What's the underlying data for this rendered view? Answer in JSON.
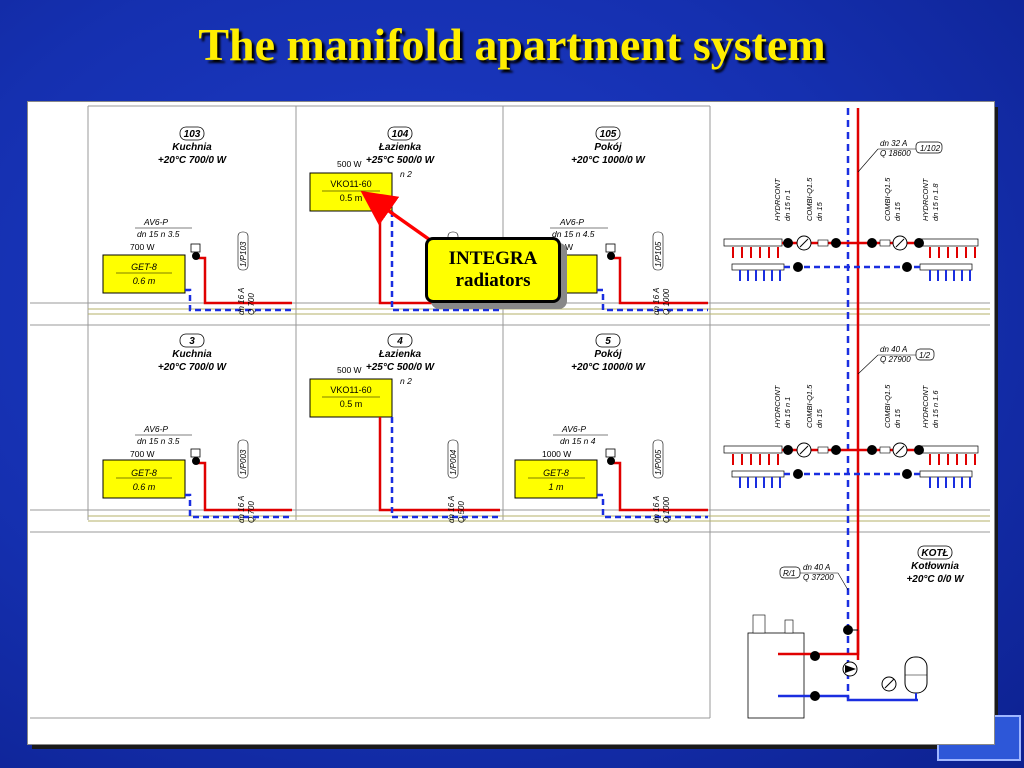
{
  "title": "The manifold apartment system",
  "callout": {
    "line1": "INTEGRA",
    "line2": "radiators"
  },
  "rooms": [
    {
      "num": "103",
      "name": "Kuchnia",
      "params": "+20°C 700/0 W"
    },
    {
      "num": "104",
      "name": "Łazienka",
      "params": "+25°C 500/0 W"
    },
    {
      "num": "105",
      "name": "Pokój",
      "params": "+20°C 1000/0 W"
    },
    {
      "num": "3",
      "name": "Kuchnia",
      "params": "+20°C 700/0 W"
    },
    {
      "num": "4",
      "name": "Łazienka",
      "params": "+25°C 500/0 W"
    },
    {
      "num": "5",
      "name": "Pokój",
      "params": "+20°C 1000/0 W"
    }
  ],
  "radiators": [
    {
      "model": "GET-8",
      "length": "0.6 m"
    },
    {
      "model": "VKO11-60",
      "length": "0.5 m"
    },
    {
      "model": "GET-8",
      "length": "0.6 m"
    },
    {
      "model": "VKO11-60",
      "length": "0.5 m"
    },
    {
      "model": "GET-8",
      "length": "1 m"
    }
  ],
  "valves": [
    {
      "type": "AV6-P",
      "dn": "dn 15  n 3.5",
      "power": "700 W"
    },
    {
      "type": "AV6-P",
      "dn": "dn 15  n 4.5",
      "power": "W"
    },
    {
      "type": "AV6-P",
      "dn": "dn 15  n 3.5",
      "power": "700 W"
    },
    {
      "type": "AV6-P",
      "dn": "dn 15  n 4",
      "power": "1000 W"
    }
  ],
  "bath_labels": {
    "power_top": "500 W",
    "n_top": "n 2",
    "power_bottom": "500 W",
    "n_bottom": "n 2"
  },
  "pipes": [
    {
      "tag": "1/P103",
      "dn": "dn 16 A",
      "q": "Q 700"
    },
    {
      "tag": "104",
      "dn": "",
      "q": ""
    },
    {
      "tag": "1/P105",
      "dn": "dn 16 A",
      "q": "Q 1000"
    },
    {
      "tag": "1/P003",
      "dn": "dn 16 A",
      "q": "Q 700"
    },
    {
      "tag": "1/P004",
      "dn": "dn 16 A",
      "q": "Q 500"
    },
    {
      "tag": "1/P005",
      "dn": "dn 16 A",
      "q": "Q 1000"
    }
  ],
  "risers": [
    {
      "dn": "dn 32 A",
      "q": "Q 18600",
      "tag": "1/102"
    },
    {
      "dn": "dn 40 A",
      "q": "Q 27900",
      "tag": "1/2"
    },
    {
      "dn": "dn 40 A",
      "q": "Q 37200",
      "tag": "R/1"
    }
  ],
  "manifold_labels": {
    "hydrocont": "HYDRCONT",
    "dn_left": "dn 15  n 1",
    "combi": "COMBI-Q1.5",
    "combi_dn": "dn 15",
    "dn_right": "dn 15  n 1.8",
    "dn_right_lower": "dn 15  n 1.6"
  },
  "boiler": {
    "code": "KOTŁ",
    "name": "Kotłownia",
    "params": "+20°C 0/0 W"
  }
}
